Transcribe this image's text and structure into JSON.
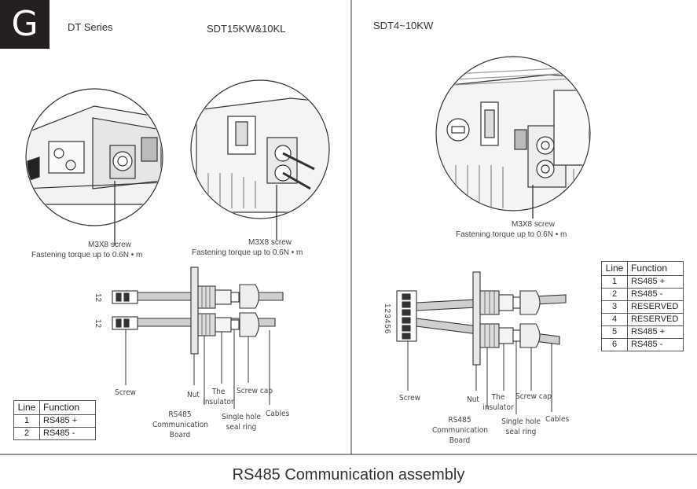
{
  "header": {
    "badge": "G",
    "series": "DT Series",
    "model_left": "SDT15KW&10KL",
    "model_right": "SDT4~10KW"
  },
  "callouts": {
    "screw_spec": "M3X8 screw",
    "torque": "Fastening torque up to 0.6N • m"
  },
  "parts": {
    "screw": "Screw",
    "nut": "Nut",
    "insulator_line1": "The",
    "insulator_line2": "insulator",
    "screw_cap": "Screw cap",
    "board_line1": "RS485",
    "board_line2": "Communication",
    "board_line3": "Board",
    "seal_line1": "Single hole",
    "seal_line2": "seal ring",
    "cables": "Cables"
  },
  "connector_left": {
    "pins_top": "12",
    "pins_bottom": "12"
  },
  "connector_right": {
    "pins": "123456"
  },
  "table_left": {
    "headers": [
      "Line",
      "Function"
    ],
    "rows": [
      [
        "1",
        "RS485 +"
      ],
      [
        "2",
        "RS485 -"
      ]
    ]
  },
  "table_right": {
    "headers": [
      "Line",
      "Function"
    ],
    "rows": [
      [
        "1",
        "RS485 +"
      ],
      [
        "2",
        "RS485 -"
      ],
      [
        "3",
        "RESERVED"
      ],
      [
        "4",
        "RESERVED"
      ],
      [
        "5",
        "RS485 +"
      ],
      [
        "6",
        "RS485 -"
      ]
    ]
  },
  "footer": {
    "title": "RS485 Communication assembly"
  }
}
